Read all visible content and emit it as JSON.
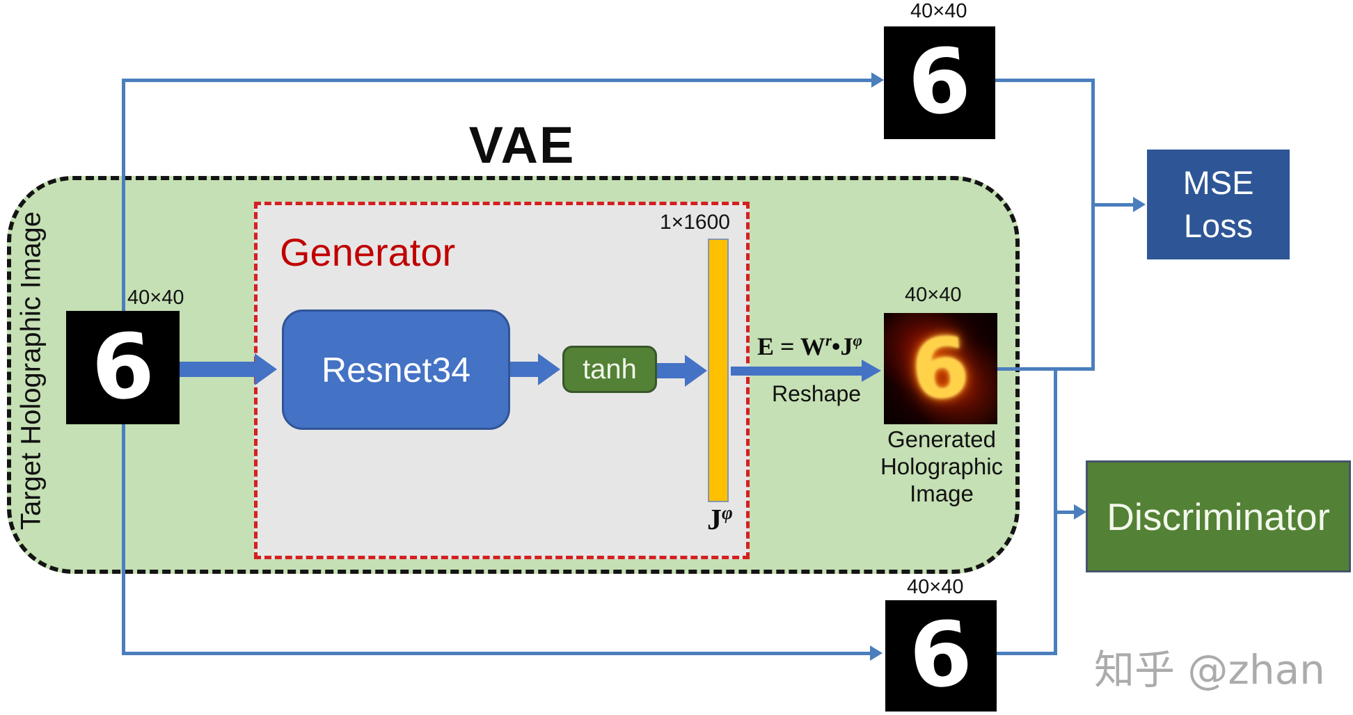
{
  "title": "VAE",
  "vae_region": {
    "side_label": "Target Holographic Image"
  },
  "generator": {
    "label": "Generator",
    "resnet_label": "Resnet34",
    "tanh_label": "tanh",
    "latent_size": "1×1600",
    "latent_symbol": "J",
    "latent_symbol_sup": "φ"
  },
  "images": {
    "top": {
      "size": "40×40",
      "digit": "6"
    },
    "target": {
      "size": "40×40",
      "digit": "6"
    },
    "bottom": {
      "size": "40×40",
      "digit": "6"
    },
    "generated": {
      "size": "40×40",
      "digit": "6",
      "caption": [
        "Generated",
        "Holographic",
        "Image"
      ]
    }
  },
  "reshape": {
    "formula": {
      "E": "E",
      "eq": " = ",
      "W": "W",
      "W_sup": "r",
      "dot": "•",
      "J": "J",
      "J_sup": "φ"
    },
    "label": "Reshape"
  },
  "outputs": {
    "mse": {
      "line1": "MSE",
      "line2": "Loss"
    },
    "discriminator": "Discriminator"
  },
  "watermark": "知乎 @zhan",
  "colors": {
    "vae_fill": "#C5E0B4",
    "generator_fill": "#E7E6E6",
    "accent_blue": "#4472C4",
    "line_blue": "#4A7EBD",
    "mse_blue": "#2E5696",
    "green_block": "#538135",
    "latent_orange": "#FFC000",
    "dashed_red": "#D42020",
    "generator_text_red": "#C00000"
  }
}
